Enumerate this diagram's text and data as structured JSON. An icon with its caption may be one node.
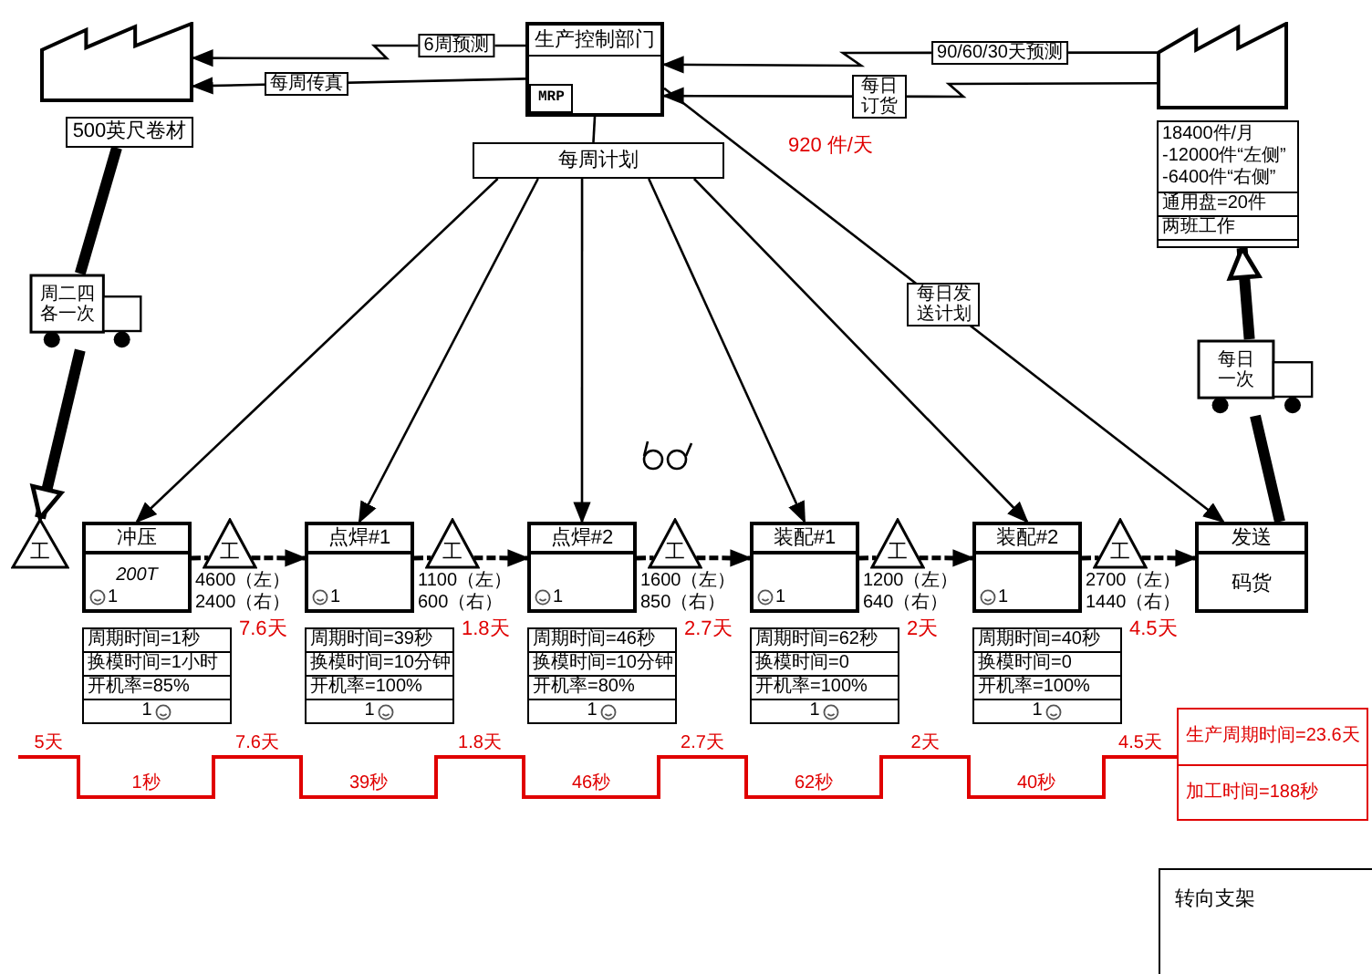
{
  "diagram": {
    "nodes": [
      {
        "text": [],
        "shape": "factory"
      },
      {
        "text": [
          "500英尺卷材"
        ]
      },
      {
        "text": [
          "周二四各一次"
        ]
      },
      {
        "text": [
          "生产控制部门",
          "MRP"
        ]
      },
      {
        "text": [
          "每周计划"
        ]
      },
      {
        "text": [],
        "shape": "factory"
      },
      {
        "text": [
          "18400件/月 -12000件“左侧” -6400件“右侧”",
          "通用盘=20件",
          "两班工作"
        ]
      },
      {
        "text": [
          "每日一次"
        ]
      },
      {
        "text": [
          "工"
        ]
      },
      {
        "text": [
          "冲压",
          "200T",
          "1"
        ]
      },
      {
        "text": [
          "周期时间=1秒",
          "换模时间=1小时",
          "开机率=85%",
          "1"
        ]
      },
      {
        "text": [
          "工"
        ],
        "beside": [
          "4600（左） 2400（右）",
          "7.6天"
        ]
      },
      {
        "text": [
          "点焊#1",
          "1"
        ]
      },
      {
        "text": [
          "周期时间=39秒",
          "换模时间=10分钟",
          "开机率=100%",
          "1"
        ]
      },
      {
        "text": [
          "工"
        ],
        "beside": [
          "1100（左） 600（右）",
          "1.8天"
        ]
      },
      {
        "text": [
          "点焊#2",
          "1"
        ]
      },
      {
        "text": [
          "周期时间=46秒",
          "换模时间=10分钟",
          "开机率=80%",
          "1"
        ]
      },
      {
        "text": [
          "工"
        ],
        "beside": [
          "1600（左） 850（右）",
          "2.7天"
        ]
      },
      {
        "text": [
          "装配#1",
          "1"
        ]
      },
      {
        "text": [
          "周期时间=62秒",
          "换模时间=0",
          "开机率=100%",
          "1"
        ]
      },
      {
        "text": [
          "工"
        ],
        "beside": [
          "1200（左） 640（右）",
          "2天"
        ]
      },
      {
        "text": [
          "装配#2",
          "1"
        ]
      },
      {
        "text": [
          "周期时间=40秒",
          "换模时间=0",
          "开机率=100%",
          "1"
        ]
      },
      {
        "text": [
          "工"
        ],
        "beside": [
          "2700（左） 1440（右）",
          "4.5天"
        ]
      },
      {
        "text": [
          "发送",
          "码货"
        ]
      },
      {
        "text": [
          "生产周期时间=23.6天",
          "加工时间=188秒"
        ]
      },
      {
        "text": [
          "转向支架"
        ]
      }
    ],
    "edges": [
      {
        "from": 5,
        "to": 3,
        "arrow": "to",
        "label": "90/60/30天预测"
      },
      {
        "from": 5,
        "to": 3,
        "arrow": "to",
        "label": "每日订货"
      },
      {
        "from": 3,
        "to": 0,
        "arrow": "to",
        "label": "6周预测"
      },
      {
        "from": 3,
        "to": 0,
        "arrow": "to",
        "label": "每周传真"
      },
      {
        "from": 3,
        "to": 4,
        "arrow": "none"
      },
      {
        "from": 4,
        "to": 9,
        "arrow": "to"
      },
      {
        "from": 4,
        "to": 12,
        "arrow": "to"
      },
      {
        "from": 4,
        "to": 15,
        "arrow": "to"
      },
      {
        "from": 4,
        "to": 18,
        "arrow": "to"
      },
      {
        "from": 4,
        "to": 21,
        "arrow": "to"
      },
      {
        "from": 3,
        "to": 24,
        "arrow": "to",
        "label": "每日发送计划"
      },
      {
        "from": 1,
        "to": 2,
        "arrow": "none",
        "style": "thick"
      },
      {
        "from": 2,
        "to": 8,
        "arrow": "to",
        "style": "thick"
      },
      {
        "from": 24,
        "to": 7,
        "arrow": "none",
        "style": "thick"
      },
      {
        "from": 7,
        "to": 6,
        "arrow": "to",
        "style": "thick"
      },
      {
        "from": 9,
        "to": 11,
        "arrow": "none",
        "style": "dashed"
      },
      {
        "from": 11,
        "to": 12,
        "arrow": "to",
        "style": "dashed"
      },
      {
        "from": 12,
        "to": 14,
        "arrow": "none",
        "style": "dashed"
      },
      {
        "from": 14,
        "to": 15,
        "arrow": "to",
        "style": "dashed"
      },
      {
        "from": 15,
        "to": 17,
        "arrow": "none",
        "style": "dashed"
      },
      {
        "from": 17,
        "to": 18,
        "arrow": "to",
        "style": "dashed"
      },
      {
        "from": 18,
        "to": 20,
        "arrow": "none",
        "style": "dashed"
      },
      {
        "from": 20,
        "to": 21,
        "arrow": "to",
        "style": "dashed"
      },
      {
        "from": 21,
        "to": 23,
        "arrow": "none",
        "style": "dashed"
      },
      {
        "from": 23,
        "to": 24,
        "arrow": "to",
        "style": "dashed"
      }
    ],
    "labels": [
      "920 件/天",
      "5天",
      "1秒",
      "7.6天",
      "39秒",
      "1.8天",
      "46秒",
      "2.7天",
      "62秒",
      "2天",
      "40秒",
      "4.5天"
    ]
  }
}
